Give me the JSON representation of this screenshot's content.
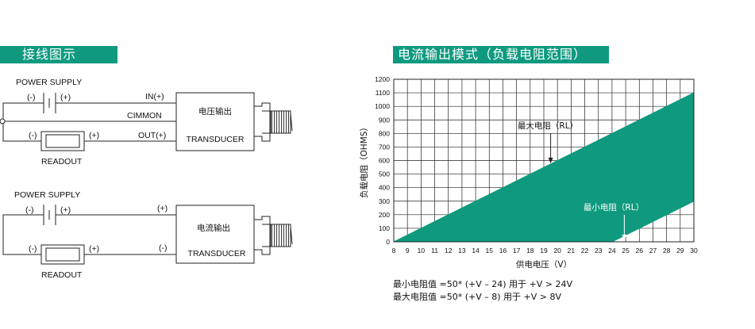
{
  "headers": {
    "left": "接线图示",
    "right": "电流输出模式（负载电阻范围）"
  },
  "voltage_diagram": {
    "power_supply": "POWER SUPPLY",
    "minus": "(-)",
    "plus": "(+)",
    "in_plus": "IN(+)",
    "common": "CIMMON",
    "out_plus": "OUT(+)",
    "readout": "READOUT",
    "box_title": "电压输出",
    "box_sub": "TRANSDUCER"
  },
  "current_diagram": {
    "power_supply": "POWER SUPPLY",
    "minus": "(-)",
    "plus": "(+)",
    "top_plus": "(+)",
    "bottom_minus": "(-)",
    "readout": "READOUT",
    "box_title": "电流输出",
    "box_sub": "TRANSDUCER"
  },
  "chart_data": {
    "type": "area",
    "xlabel": "供电电压（V）",
    "ylabel": "负载电阻（OHMS）",
    "xlim": [
      8,
      30
    ],
    "ylim": [
      0,
      1200
    ],
    "x_ticks": [
      8,
      9,
      10,
      11,
      12,
      13,
      14,
      15,
      16,
      17,
      18,
      19,
      20,
      21,
      22,
      23,
      24,
      25,
      26,
      27,
      28,
      29,
      30
    ],
    "y_ticks": [
      0,
      100,
      200,
      300,
      400,
      500,
      600,
      700,
      800,
      900,
      1000,
      1100,
      1200
    ],
    "grid": true,
    "fill_color": "#0f9a80",
    "max_line": {
      "x": [
        8,
        30
      ],
      "y": [
        0,
        1100
      ]
    },
    "min_line": {
      "x": [
        24,
        30
      ],
      "y": [
        0,
        300
      ]
    },
    "annotations": {
      "max": "最大电阻（RL）",
      "min": "最小电阻（RL）"
    }
  },
  "formulas": {
    "min": "最小电阻值 =50* (+V – 24) 用于 +V > 24V",
    "max": "最大电阻值 =50* (+V – 8) 用于 +V > 8V"
  }
}
